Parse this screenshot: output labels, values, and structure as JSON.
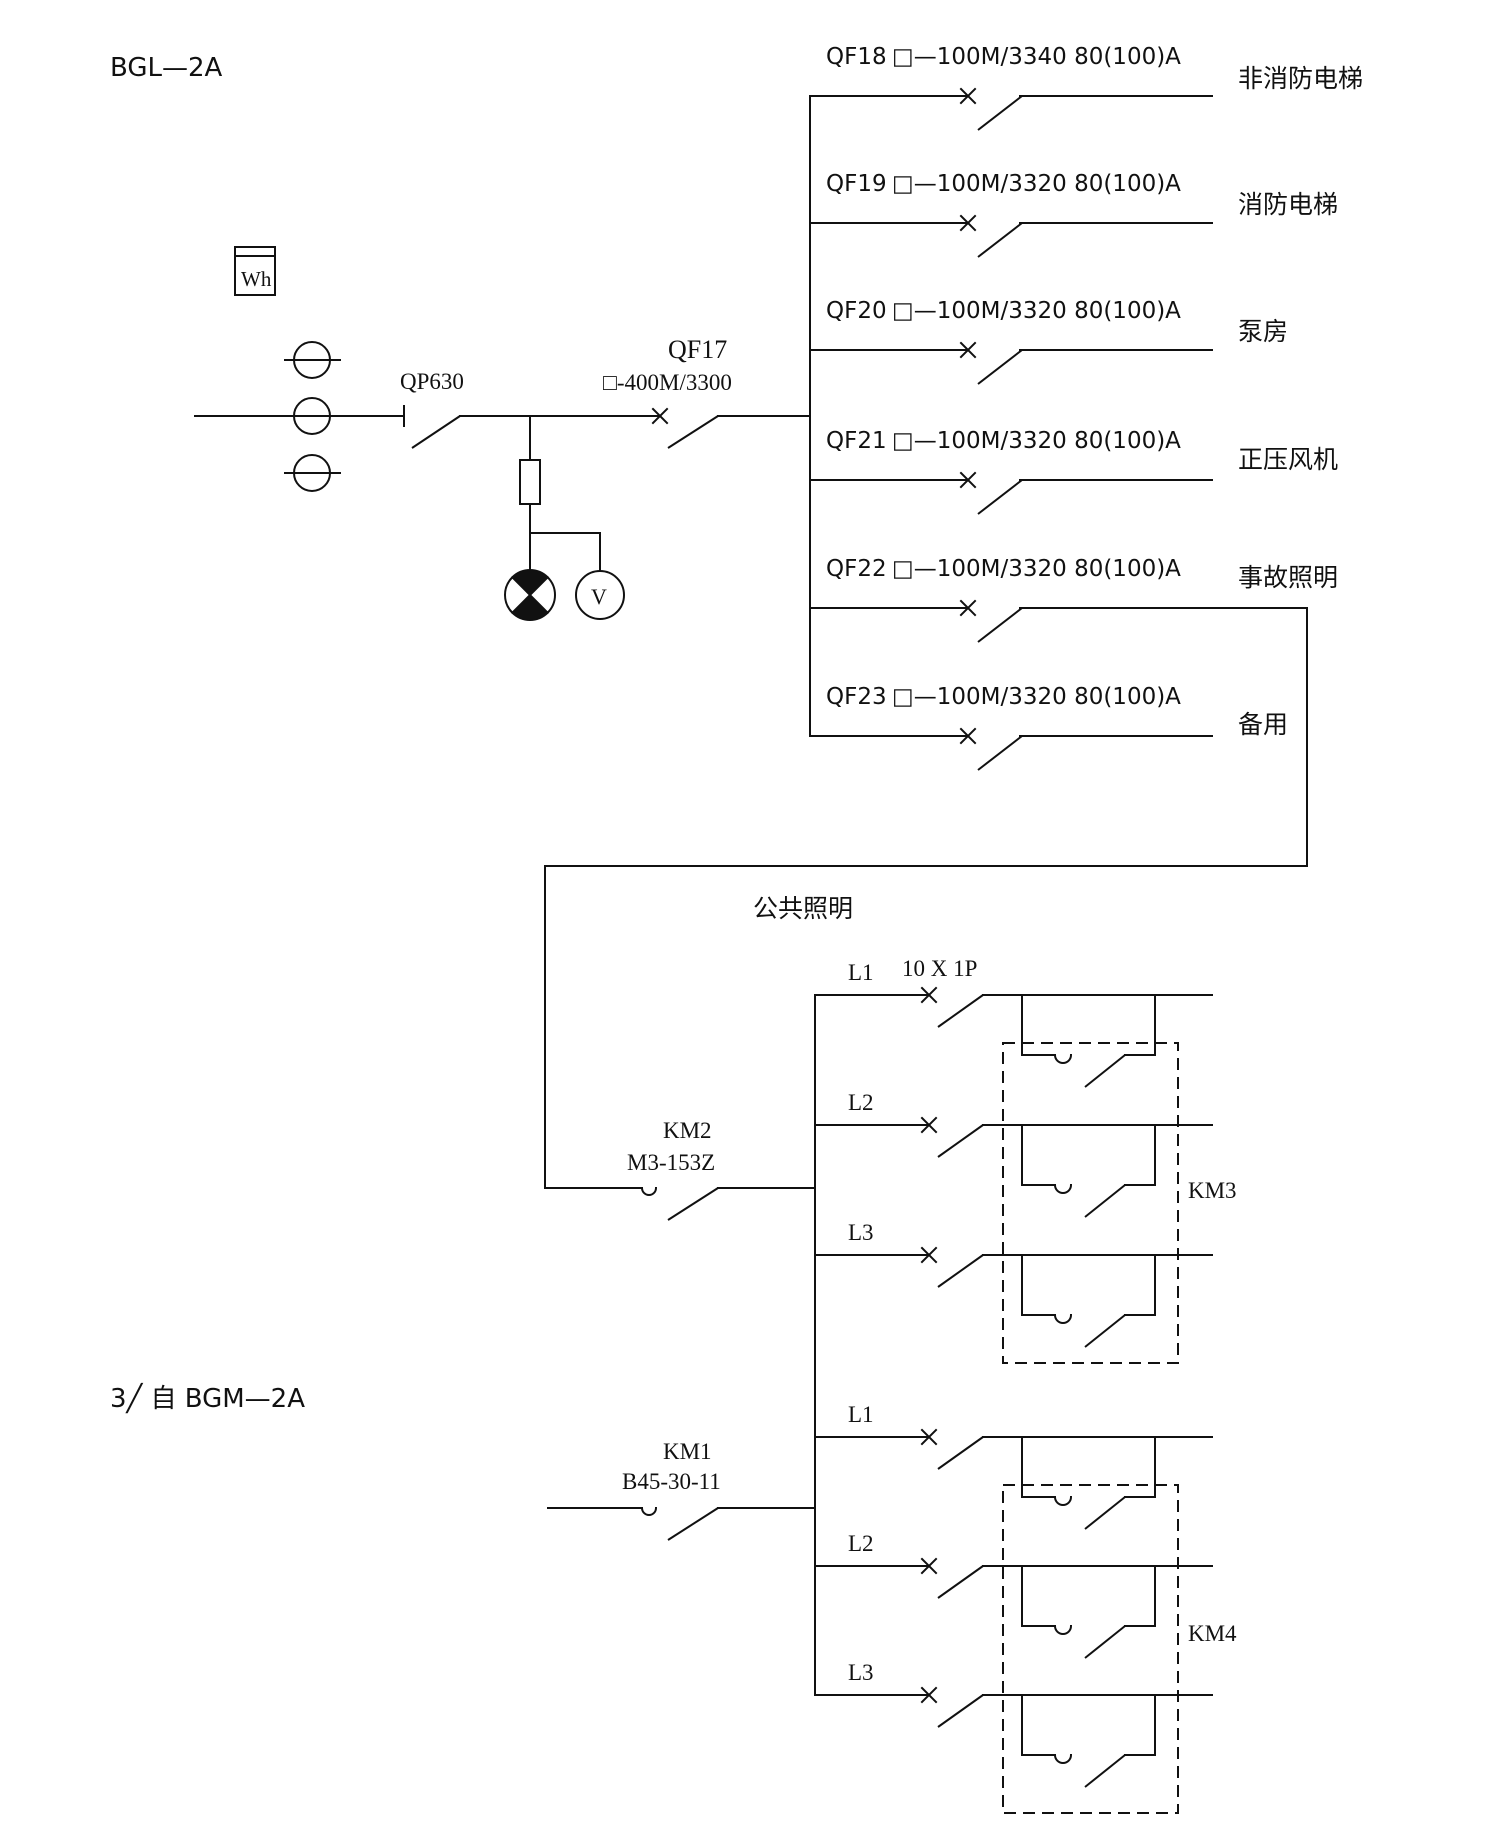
{
  "panel_title": "BGL—2A",
  "source_label": "3╱ 自 BGM—2A",
  "meter_label": "Wh",
  "voltmeter_label": "V",
  "main_switch": {
    "name": "QP630"
  },
  "main_breaker": {
    "name": "QF17",
    "rating": "□-400M/3300"
  },
  "feeders": [
    {
      "id": "QF18",
      "rating": "□—100M/3340 80(100)A",
      "load": "非消防电梯"
    },
    {
      "id": "QF19",
      "rating": "□—100M/3320 80(100)A",
      "load": "消防电梯"
    },
    {
      "id": "QF20",
      "rating": "□—100M/3320 80(100)A",
      "load": "泵房"
    },
    {
      "id": "QF21",
      "rating": "□—100M/3320 80(100)A",
      "load": "正压风机"
    },
    {
      "id": "QF22",
      "rating": "□—100M/3320 80(100)A",
      "load": "事故照明"
    },
    {
      "id": "QF23",
      "rating": "□—100M/3320 80(100)A",
      "load": "备用"
    }
  ],
  "lighting": {
    "title": "公共照明",
    "upper_phases": [
      "L1",
      "L2",
      "L3"
    ],
    "upper_rating": "10 X 1P",
    "lower_phases": [
      "L1",
      "L2",
      "L3"
    ],
    "km2": {
      "name": "KM2",
      "model": "M3-153Z"
    },
    "km1": {
      "name": "KM1",
      "model": "B45-30-11"
    },
    "km3": "KM3",
    "km4": "KM4"
  }
}
